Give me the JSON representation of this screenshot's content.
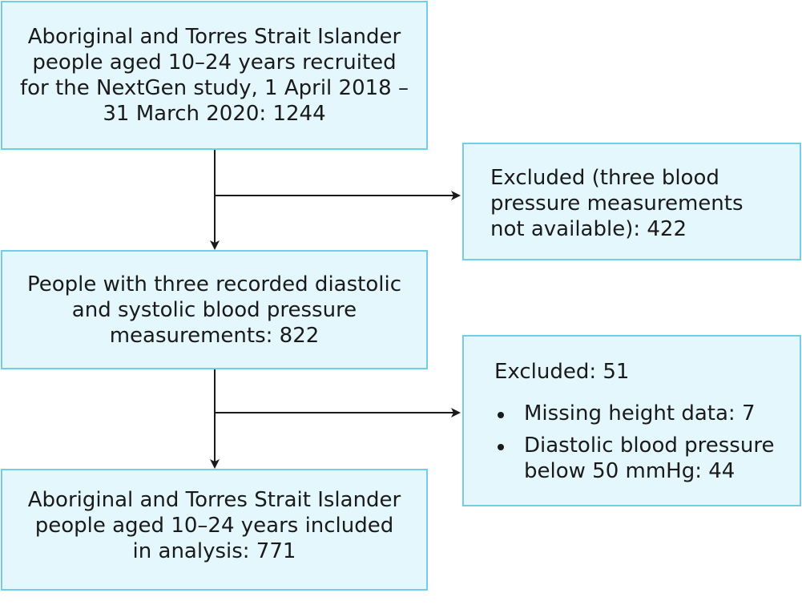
{
  "flowchart": {
    "recruited": {
      "text": "Aboriginal and Torres Strait Islander\npeople aged 10–24 years recruited\nfor the NextGen study, 1 April 2018 –\n31 March 2020: 1244"
    },
    "excluded_1": {
      "text": "Excluded (three blood\npressure measurements\nnot available): 422"
    },
    "recorded": {
      "text": "People with three recorded diastolic\nand systolic blood pressure\nmeasurements: 822"
    },
    "excluded_2": {
      "title": "Excluded: 51",
      "bullets": [
        "Missing height data: 7",
        "Diastolic blood pressure\nbelow 50 mmHg: 44"
      ]
    },
    "included": {
      "text": "Aboriginal and Torres Strait Islander\npeople aged 10–24 years included\nin analysis: 771"
    }
  },
  "colors": {
    "box_fill": "#e3f7fc",
    "box_border": "#6fcfe6",
    "line": "#1a1a1a"
  }
}
